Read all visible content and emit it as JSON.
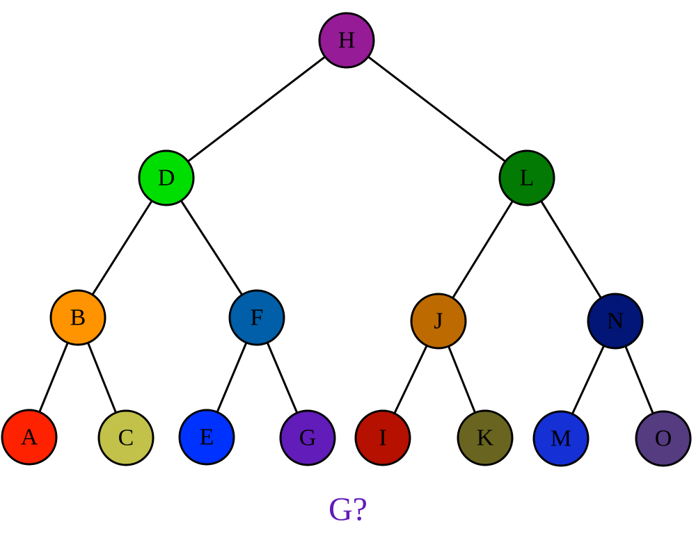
{
  "tree": {
    "nodes": [
      {
        "id": "H",
        "label": "H",
        "color": "#951c96"
      },
      {
        "id": "D",
        "label": "D",
        "color": "#00dd00"
      },
      {
        "id": "L",
        "label": "L",
        "color": "#037a03"
      },
      {
        "id": "B",
        "label": "B",
        "color": "#ff9400"
      },
      {
        "id": "F",
        "label": "F",
        "color": "#005fa8"
      },
      {
        "id": "J",
        "label": "J",
        "color": "#bd6a00"
      },
      {
        "id": "N",
        "label": "N",
        "color": "#011677"
      },
      {
        "id": "A",
        "label": "A",
        "color": "#ff2201"
      },
      {
        "id": "C",
        "label": "C",
        "color": "#c2c14a"
      },
      {
        "id": "E",
        "label": "E",
        "color": "#0032ff"
      },
      {
        "id": "G",
        "label": "G",
        "color": "#611cb9"
      },
      {
        "id": "I",
        "label": "I",
        "color": "#b51000"
      },
      {
        "id": "K",
        "label": "K",
        "color": "#696520"
      },
      {
        "id": "M",
        "label": "M",
        "color": "#1530d5"
      },
      {
        "id": "O",
        "label": "O",
        "color": "#553b80"
      }
    ],
    "edges": [
      [
        "H",
        "D"
      ],
      [
        "H",
        "L"
      ],
      [
        "D",
        "B"
      ],
      [
        "D",
        "F"
      ],
      [
        "L",
        "J"
      ],
      [
        "L",
        "N"
      ],
      [
        "B",
        "A"
      ],
      [
        "B",
        "C"
      ],
      [
        "F",
        "E"
      ],
      [
        "F",
        "G"
      ],
      [
        "J",
        "I"
      ],
      [
        "J",
        "K"
      ],
      [
        "N",
        "M"
      ],
      [
        "N",
        "O"
      ]
    ]
  },
  "question": {
    "text": "G?",
    "color": "#611cb9"
  }
}
